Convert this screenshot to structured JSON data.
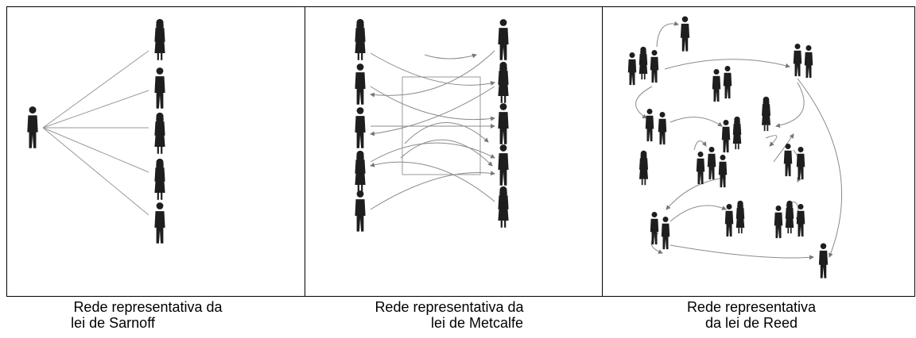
{
  "figure": {
    "panels": [
      {
        "id": "sarnoff",
        "caption_line1": "Rede representativa da",
        "caption_line2": "lei de Sarnoff"
      },
      {
        "id": "metcalfe",
        "caption_line1": "Rede representativa da",
        "caption_line2": "lei de Metcalfe"
      },
      {
        "id": "reed",
        "caption_line1": "Rede representativa",
        "caption_line2": "da lei de Reed"
      }
    ]
  },
  "icons": {
    "person": "person-icon",
    "person_group": "person-group-icon"
  }
}
